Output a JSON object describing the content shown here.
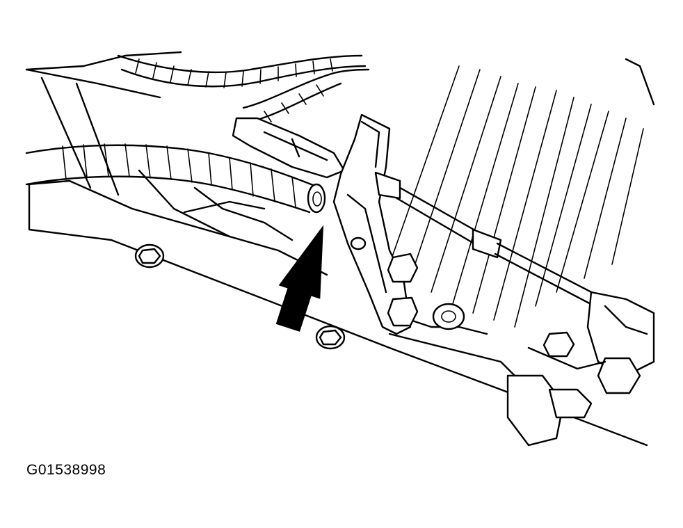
{
  "figure": {
    "id_label": "G01538998",
    "description_items": [
      "illustration",
      "arrow",
      "bolt",
      "cable",
      "bracket",
      "wiring-harness"
    ]
  }
}
